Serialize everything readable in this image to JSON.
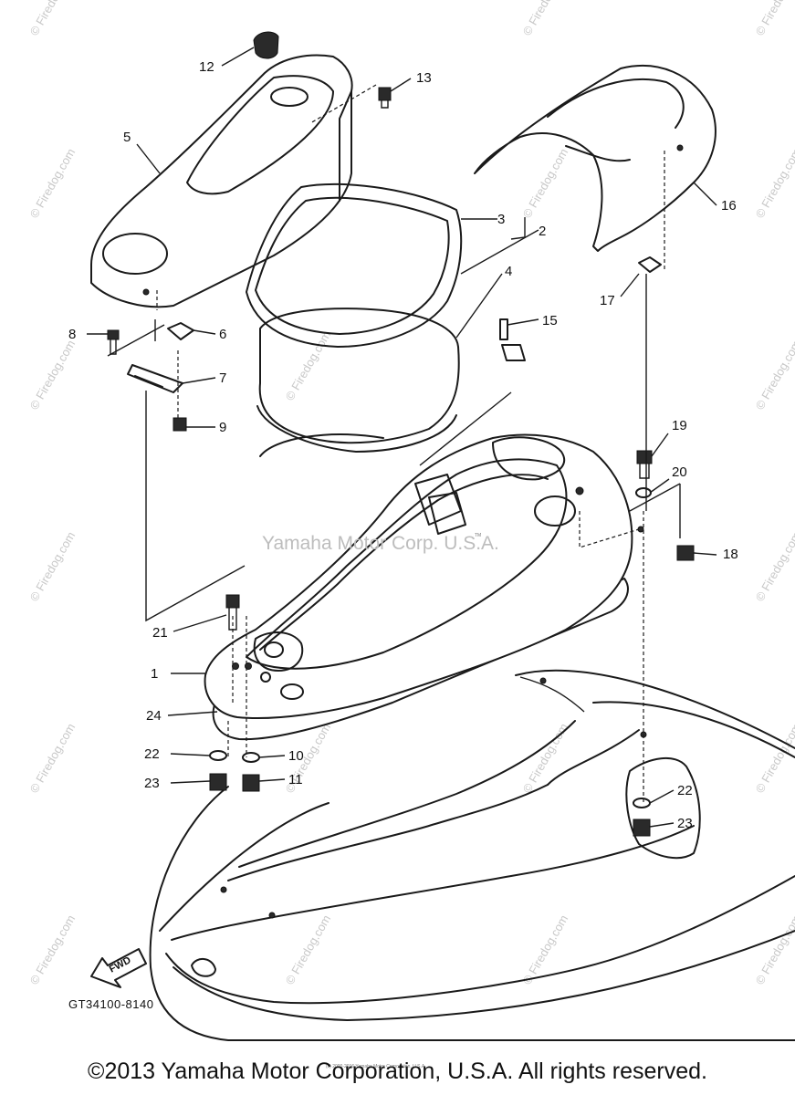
{
  "diagram": {
    "part_callouts": [
      "1",
      "2",
      "3",
      "4",
      "5",
      "6",
      "7",
      "8",
      "9",
      "10",
      "11",
      "12",
      "13",
      "15",
      "16",
      "17",
      "18",
      "19",
      "20",
      "21",
      "22",
      "23",
      "24"
    ],
    "repeat_callouts": [
      "22",
      "23"
    ],
    "watermark": "Yamaha Motor Corp. U.S.A.",
    "tm_mark": "TM",
    "site_watermark": "© Firedog.com",
    "site_watermark_repeat": "© Firedog.com",
    "fwd_arrow_label": "FWD",
    "diagram_code": "GT34100-8140",
    "small_notice": "(c) 2000-2016 Yamaha Motor Corporation, U.S.A."
  },
  "copyright": "©2013 Yamaha Motor Corporation, U.S.A. All rights reserved."
}
